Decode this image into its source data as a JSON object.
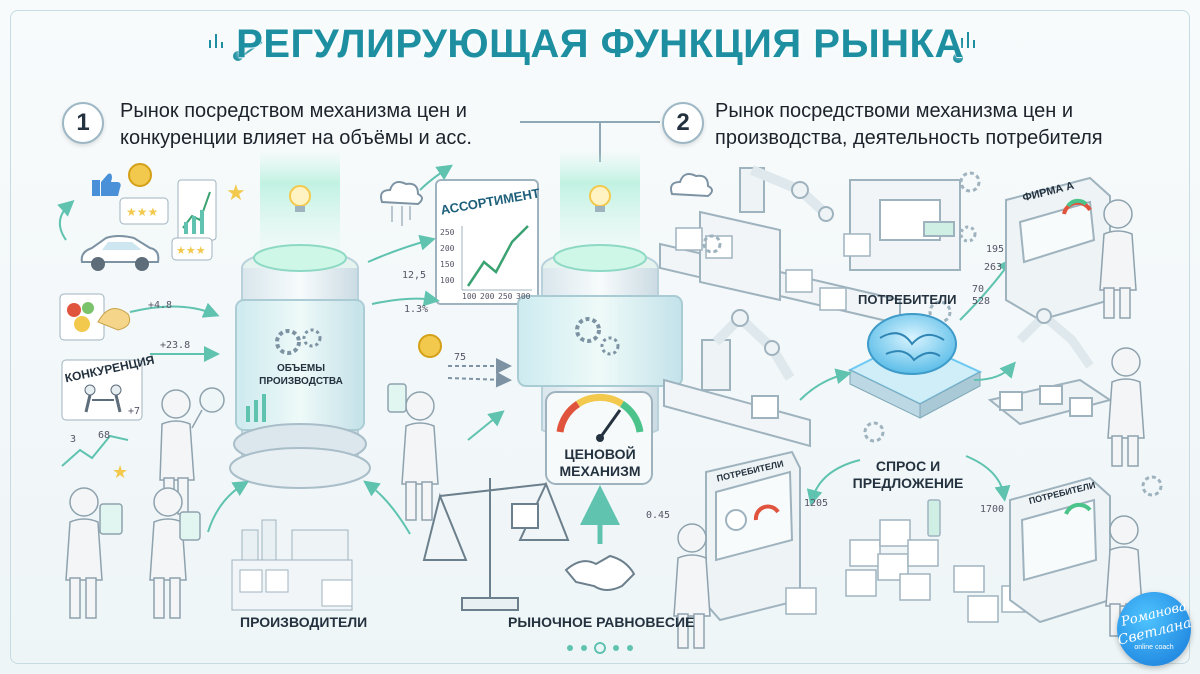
{
  "title": "РЕГУЛИРУЮЩАЯ ФУНКЦИЯ РЫНКА",
  "points": [
    {
      "number": "1",
      "text_line1": "Рынок посредством механизма цен и",
      "text_line2": "конкуренции влияет на объёмы и асс."
    },
    {
      "number": "2",
      "text_line1": "Рынок посредствоми механизма цен и",
      "text_line2": "производства, деятельность потребителя"
    }
  ],
  "labels": {
    "competition": "КОНКУРЕНЦИЯ",
    "production_volume_line1": "ОБЪЕМЫ",
    "production_volume_line2": "ПРОИЗВОДСТВА",
    "assortment": "АССОРТИМЕНТ",
    "price_mechanism_line1": "ЦЕНОВОЙ",
    "price_mechanism_line2": "МЕХАНИЗМ",
    "producers": "ПРОИЗВОДИТЕЛИ",
    "market_equilibrium": "РЫНОЧНОЕ РАВНОВЕСИЕ",
    "consumers_top": "ПОТРЕБИТЕЛИ",
    "supply_demand_line1": "СПРОС И",
    "supply_demand_line2": "ПРЕДЛОЖЕНИЕ",
    "firm_a": "ФИРМА А",
    "consumers_panel_left": "ПОТРЕБИТЕЛИ",
    "consumers_panel_right": "ПОТРЕБИТЕЛИ"
  },
  "small_numbers": {
    "n_4_8": "+4.8",
    "n_23_8": "+23.8",
    "n_3": "3",
    "n_68": "68",
    "n_7": "+7",
    "n_12_5": "12,5",
    "n_1_3": "1.3%",
    "n_75": "75",
    "n_0_45": "0.45",
    "n_1205": "1205",
    "n_195": "195",
    "n_263": "263",
    "n_70": "70",
    "n_528": "528",
    "n_1700": "1700",
    "chart_y1": "250",
    "chart_y2": "200",
    "chart_y3": "150",
    "chart_y4": "100",
    "chart_x1": "100",
    "chart_x2": "200",
    "chart_x3": "250",
    "chart_x4": "300"
  },
  "logo": {
    "line1": "Романова",
    "line2": "Светлана",
    "line3": "online coach"
  },
  "colors": {
    "accent": "#1d8fa0",
    "mint": "#7fe0c4",
    "line": "#7d93a3",
    "figure": "#f3f5f7",
    "gauge_red": "#e0533c",
    "gauge_yellow": "#f2c94c",
    "gauge_green": "#4cc38a",
    "brain": "#6ec9f2"
  }
}
